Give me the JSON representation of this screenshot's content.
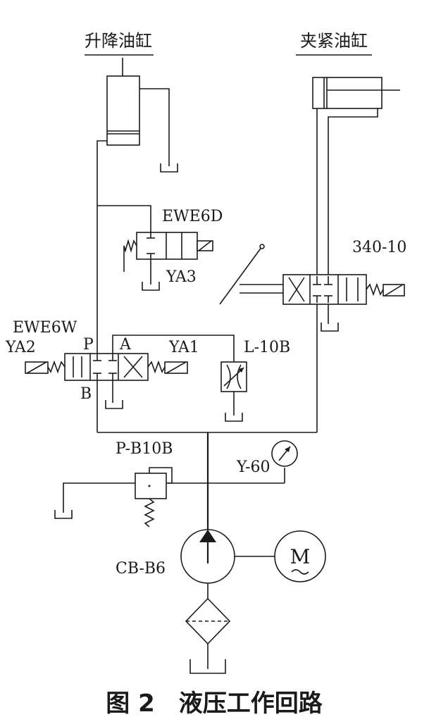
{
  "labels": {
    "lift_cylinder": "升降油缸",
    "clamp_cylinder": "夹紧油缸",
    "valve_ewe6d": "EWE6D",
    "solenoid_ya3": "YA3",
    "valve_34010": "340-10",
    "valve_ewe6w": "EWE6W",
    "solenoid_ya2": "YA2",
    "solenoid_ya1": "YA1",
    "port_p": "P",
    "port_a": "A",
    "port_b": "B",
    "throttle_l10b": "L-10B",
    "relief_pb10b": "P-B10B",
    "gauge_y60": "Y-60",
    "pump_cbb6": "CB-B6",
    "motor_m": "M",
    "caption": "图 2　液压工作回路"
  },
  "colors": {
    "line": "#1a1a1a",
    "background": "#ffffff"
  },
  "icons": {
    "pump": "pump-icon",
    "motor": "motor-icon",
    "filter": "filter-icon",
    "gauge": "pressure-gauge-icon",
    "tank": "tank-icon"
  }
}
